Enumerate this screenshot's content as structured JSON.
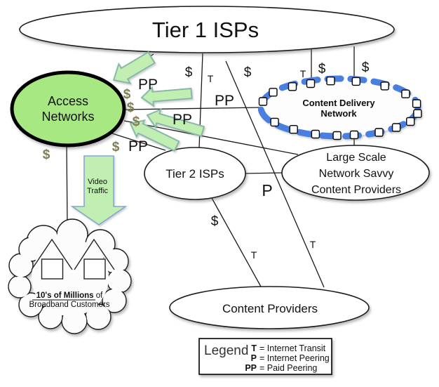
{
  "nodes": {
    "tier1": "Tier 1 ISPs",
    "access": [
      "Access",
      "Networks"
    ],
    "cdn": [
      "Content Delivery",
      "Network"
    ],
    "tier2": "Tier 2 ISPs",
    "large_scale": [
      "Large Scale",
      "Network Savvy",
      "Content Providers"
    ],
    "content_providers": "Content Providers",
    "customers_bold": "10's of Millions",
    "customers_rest": " of",
    "customers_line2": "Broadband Customers"
  },
  "symbols": {
    "dollar": "$",
    "transit": "T",
    "peering": "P",
    "paid_peering": "PP"
  },
  "video_arrow": {
    "line1": "Video",
    "line2": "Traffic"
  },
  "legend": {
    "title": "Legend",
    "items": [
      {
        "key": "T",
        "desc": "= Internet Transit"
      },
      {
        "key": "P",
        "desc": "= Internet Peering"
      },
      {
        "key": "PP",
        "desc": "= Paid Peering"
      }
    ]
  },
  "colors": {
    "access_fill": "#a8e883",
    "arrow_fill": "#c1eeb1",
    "arrow_stroke": "#8ab8a8",
    "video_arrow_stroke": "#84a7d2",
    "cdn_dash": "#4a80e0",
    "dollar_olive": "#7e7e52"
  }
}
